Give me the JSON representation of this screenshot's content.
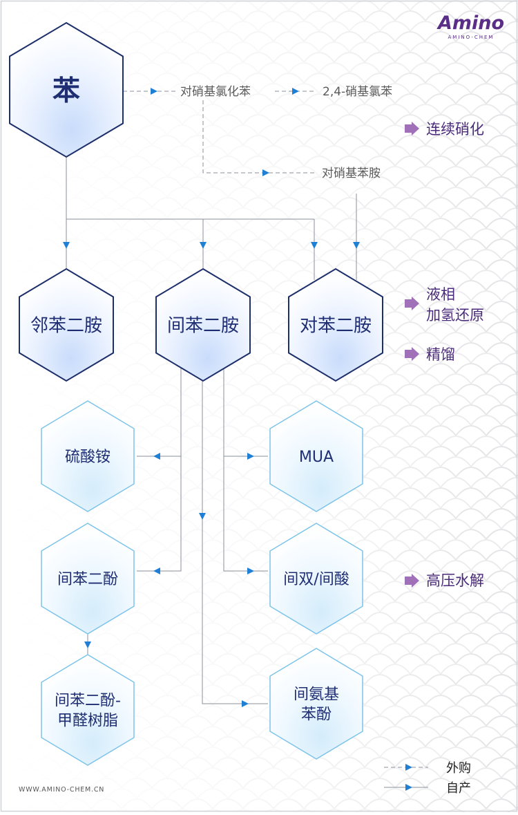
{
  "brand": {
    "logo_main": "Amino",
    "logo_sub": "AMINO-CHEM",
    "website": "WWW.AMINO-CHEM.CN"
  },
  "colors": {
    "line": "#8a9099",
    "arrow": "#1f7fd4",
    "hex_stroke_dark": "#1d2f6b",
    "hex_stroke_light": "#7cc3ea",
    "text_dark": "#1f2d73",
    "note": "#5a5a5a",
    "process_text": "#4a2a7a",
    "process_arrow": "#a070b8"
  },
  "nodes": {
    "benzene": "苯",
    "o_pda": "邻苯二胺",
    "m_pda": "间苯二胺",
    "p_pda": "对苯二胺",
    "ammonium_sulfate": "硫酸铵",
    "mua": "MUA",
    "resorcinol": "间苯二酚",
    "bis_acid": "间双/间酸",
    "resin": [
      "间苯二酚-",
      "甲醛树脂"
    ],
    "aminophenol": [
      "间氨基",
      "苯酚"
    ]
  },
  "intermediates": {
    "p_chloronitro": "对硝基氯化苯",
    "dinitro": "2,4-硝基氯苯",
    "p_nitroaniline": "对硝基苯胺"
  },
  "processes": {
    "nitration": "连续硝化",
    "hydrogenation": [
      "液相",
      "加氢还原"
    ],
    "distillation": "精馏",
    "hydrolysis": "高压水解"
  },
  "legend": {
    "purchased": "外购",
    "self_produced": "自产"
  }
}
